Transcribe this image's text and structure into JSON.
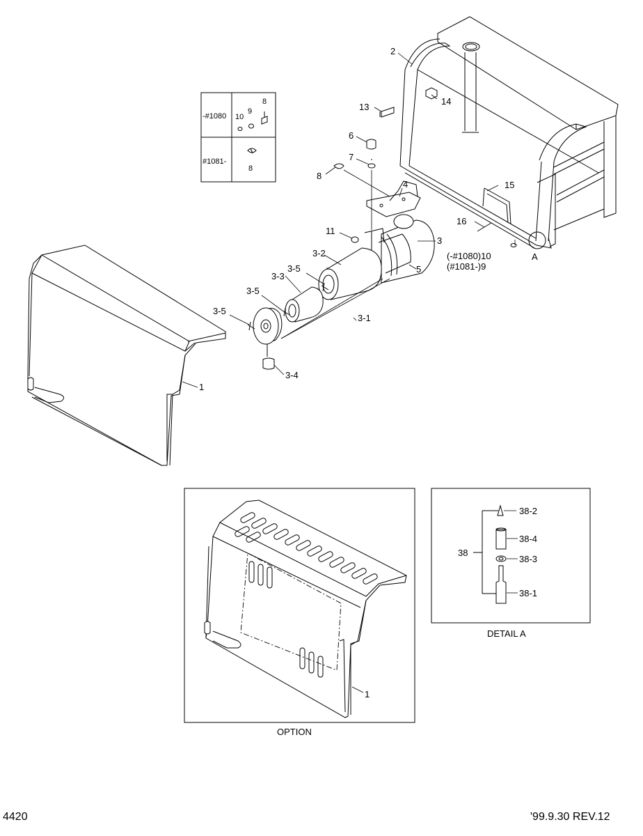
{
  "inset_table": {
    "row1": {
      "range": "-#1080",
      "parts": [
        "10",
        "9",
        "8"
      ]
    },
    "row2": {
      "range": "#1081-",
      "parts": [
        "8"
      ]
    }
  },
  "labels": {
    "l1": "1",
    "l2": "2",
    "l3": "3",
    "l3_1": "3-1",
    "l3_2": "3-2",
    "l3_3": "3-3",
    "l3_4": "3-4",
    "l3_5a": "3-5",
    "l3_5b": "3-5",
    "l3_5c": "3-5",
    "l4": "4",
    "l5": "5",
    "l6": "6",
    "l7": "7",
    "l8": "8",
    "l11": "11",
    "l13": "13",
    "l14": "14",
    "l15": "15",
    "l16": "16",
    "note_a": "(-#1080)10",
    "note_b": "(#1081-)9",
    "detail_marker": "A"
  },
  "option_box": {
    "label_1": "1",
    "caption": "OPTION"
  },
  "detail_box": {
    "group": "38",
    "parts": [
      "38-2",
      "38-4",
      "38-3",
      "38-1"
    ],
    "caption": "DETAIL A"
  },
  "footer": {
    "page_number": "4420",
    "revision": "'99.9.30 REV.12"
  }
}
